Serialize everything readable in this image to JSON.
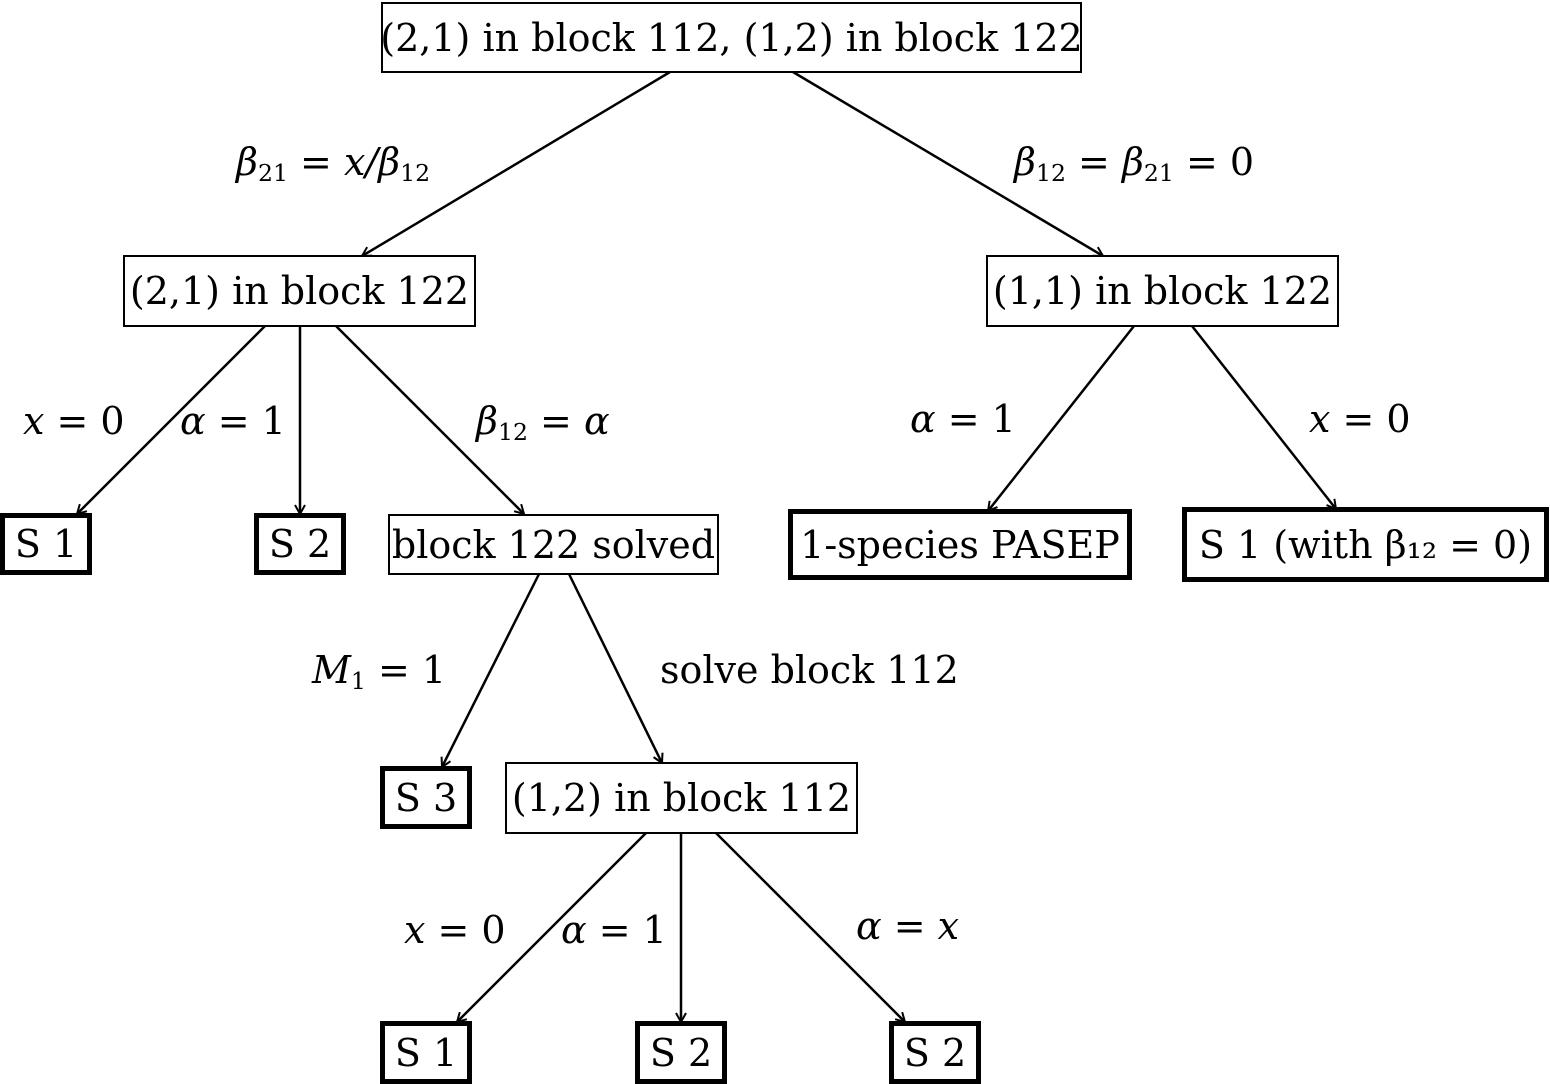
{
  "nodes": {
    "root": "(2,1) in block 112, (1,2) in block 122",
    "left": "(2,1) in block 122",
    "right": "(1,1) in block 122",
    "s1_a": "S 1",
    "s2_a": "S 2",
    "solved": "block 122 solved",
    "pasep": "1-species PASEP",
    "s1_b": "S 1 (with β₁₂ = 0)",
    "s3": "S 3",
    "block112": "(1,2) in block 112",
    "s1_c": "S 1",
    "s2_b": "S 2",
    "s2_c": "S 2"
  },
  "edge_labels": {
    "root_left": {
      "lhs": "β",
      "lhs_sub": "21",
      "mid": " = ",
      "rhs": "x/β",
      "rhs_sub": "12"
    },
    "root_right": {
      "a": "β",
      "a_sub": "12",
      "b": " = ",
      "c": "β",
      "c_sub": "21",
      "d": " = 0"
    },
    "left_s1": {
      "var": "x",
      "eq": " = 0"
    },
    "left_s2": {
      "var": "α",
      "eq": " = 1"
    },
    "left_solved": {
      "var": "β",
      "sub": "12",
      "eq": " = ",
      "rhs": "α"
    },
    "right_pasep": {
      "var": "α",
      "eq": " = 1"
    },
    "right_s1": {
      "var": "x",
      "eq": " = 0"
    },
    "solved_s3": {
      "var": "M",
      "sub": "1",
      "eq": " = 1"
    },
    "solved_block112": {
      "text": "solve block 112"
    },
    "b112_s1": {
      "var": "x",
      "eq": " = 0"
    },
    "b112_s2": {
      "var": "α",
      "eq": " = 1"
    },
    "b112_s2c": {
      "var": "α",
      "eq": " = ",
      "rhs": "x"
    }
  }
}
